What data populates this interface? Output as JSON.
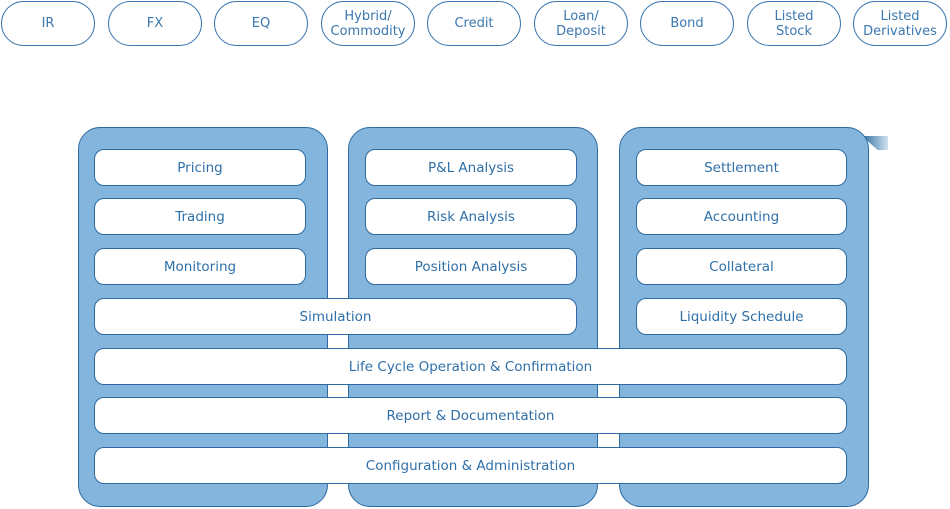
{
  "products": [
    {
      "label": "IR"
    },
    {
      "label": "FX"
    },
    {
      "label": "EQ"
    },
    {
      "label": "Hybrid/\nCommodity"
    },
    {
      "label": "Credit"
    },
    {
      "label": "Loan/\nDeposit"
    },
    {
      "label": "Bond"
    },
    {
      "label": "Listed\nStock"
    },
    {
      "label": "Listed\nDerivatives"
    }
  ],
  "front": [
    "Pricing",
    "Trading",
    "Monitoring"
  ],
  "middle": [
    "P&L Analysis",
    "Risk Analysis",
    "Position Analysis"
  ],
  "back": [
    "Settlement",
    "Accounting",
    "Collateral",
    "Liquidity Schedule"
  ],
  "simulation": "Simulation",
  "shared": [
    "Life Cycle Operation & Confirmation",
    "Report & Documentation",
    "Configuration & Administration"
  ]
}
